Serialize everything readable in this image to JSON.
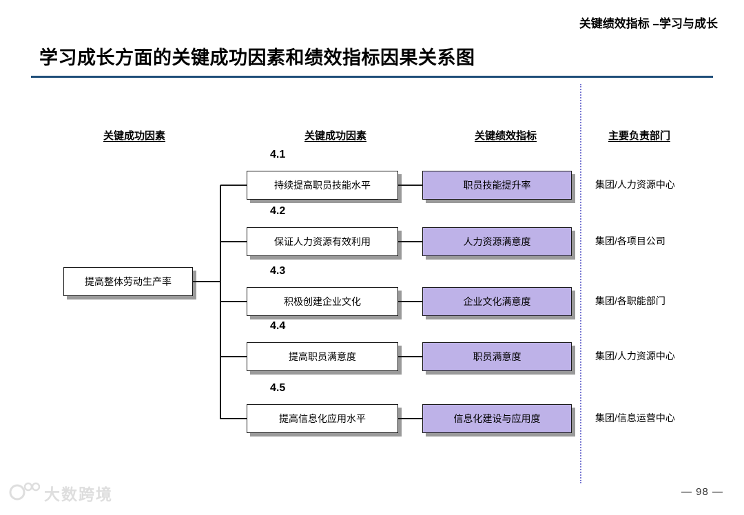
{
  "page": {
    "header_label": "关键绩效指标 –学习与成长",
    "title": "学习成长方面的关键成功因素和绩效指标因果关系图",
    "page_number": "— 98 —",
    "watermark_text": "大数跨境"
  },
  "columns": {
    "col1": "关键成功因素",
    "col2": "关键成功因素",
    "col3": "关键绩效指标",
    "col4": "主要负责部门"
  },
  "diagram": {
    "root": "提高整体劳动生产率",
    "rows": [
      {
        "num": "4.1",
        "csf": "持续提高职员技能水平",
        "kpi": "职员技能提升率",
        "dept": "集团/人力资源中心"
      },
      {
        "num": "4.2",
        "csf": "保证人力资源有效利用",
        "kpi": "人力资源满意度",
        "dept": "集团/各项目公司"
      },
      {
        "num": "4.3",
        "csf": "积极创建企业文化",
        "kpi": "企业文化满意度",
        "dept": "集团/各职能部门"
      },
      {
        "num": "4.4",
        "csf": "提高职员满意度",
        "kpi": "职员满意度",
        "dept": "集团/人力资源中心"
      },
      {
        "num": "4.5",
        "csf": "提高信息化应用水平",
        "kpi": "信息化建设与应用度",
        "dept": "集团/信息运营中心"
      }
    ]
  },
  "colors": {
    "kpi_fill": "#beb2e8",
    "accent_line": "#1f4e79",
    "divider": "#7878d2",
    "shadow": "#9a9a9a"
  }
}
